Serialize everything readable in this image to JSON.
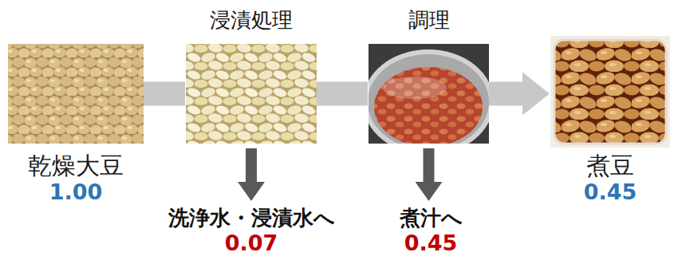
{
  "diagram": {
    "nodes": [
      {
        "text": [
          "乾燥大豆",
          "1.00"
        ]
      },
      {
        "text": [
          "浸漬処理"
        ]
      },
      {
        "text": [
          "洗浄水・浸漬水へ",
          "0.07"
        ]
      },
      {
        "text": [
          "調理"
        ]
      },
      {
        "text": [
          "煮汁へ",
          "0.45"
        ]
      },
      {
        "text": [
          "煮豆",
          "0.45"
        ]
      }
    ],
    "edges": [
      {
        "from": 0,
        "to": 1,
        "arrow": "none"
      },
      {
        "from": 1,
        "to": 3,
        "arrow": "none"
      },
      {
        "from": 3,
        "to": 5,
        "arrow": "to"
      },
      {
        "from": 1,
        "to": 2,
        "arrow": "to"
      },
      {
        "from": 3,
        "to": 4,
        "arrow": "to"
      }
    ]
  }
}
